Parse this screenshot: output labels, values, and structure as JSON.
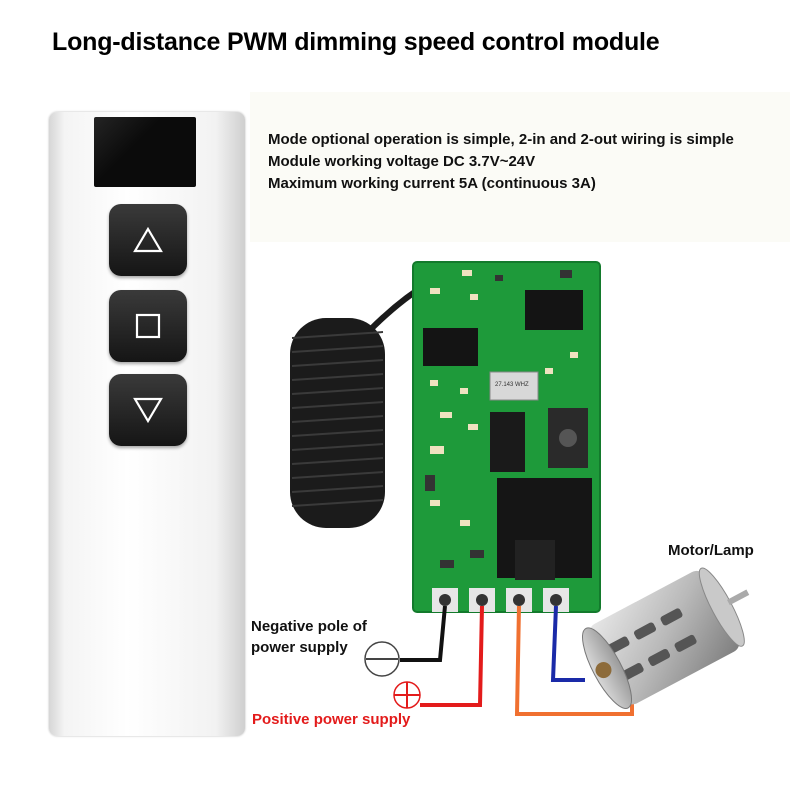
{
  "title": "Long-distance PWM dimming speed control module",
  "specs": [
    "Mode optional operation is simple, 2-in and 2-out wiring is simple",
    "Module working voltage DC 3.7V~24V",
    "Maximum working current 5A (continuous 3A)"
  ],
  "remote": {
    "buttons": [
      "up-triangle-icon",
      "stop-square-icon",
      "down-triangle-icon"
    ]
  },
  "labels": {
    "motor_lamp": "Motor/Lamp",
    "negative_line1": "Negative pole of",
    "negative_line2": "power supply",
    "positive": "Positive power supply"
  },
  "module": {
    "crystal_text": "27.143 WHZ"
  },
  "colors": {
    "negative_wire": "#111111",
    "positive_wire": "#e31b1b",
    "motor_wire_1": "#f07030",
    "motor_wire_2": "#1a2aa8",
    "pcb": "#1e9a3a"
  }
}
